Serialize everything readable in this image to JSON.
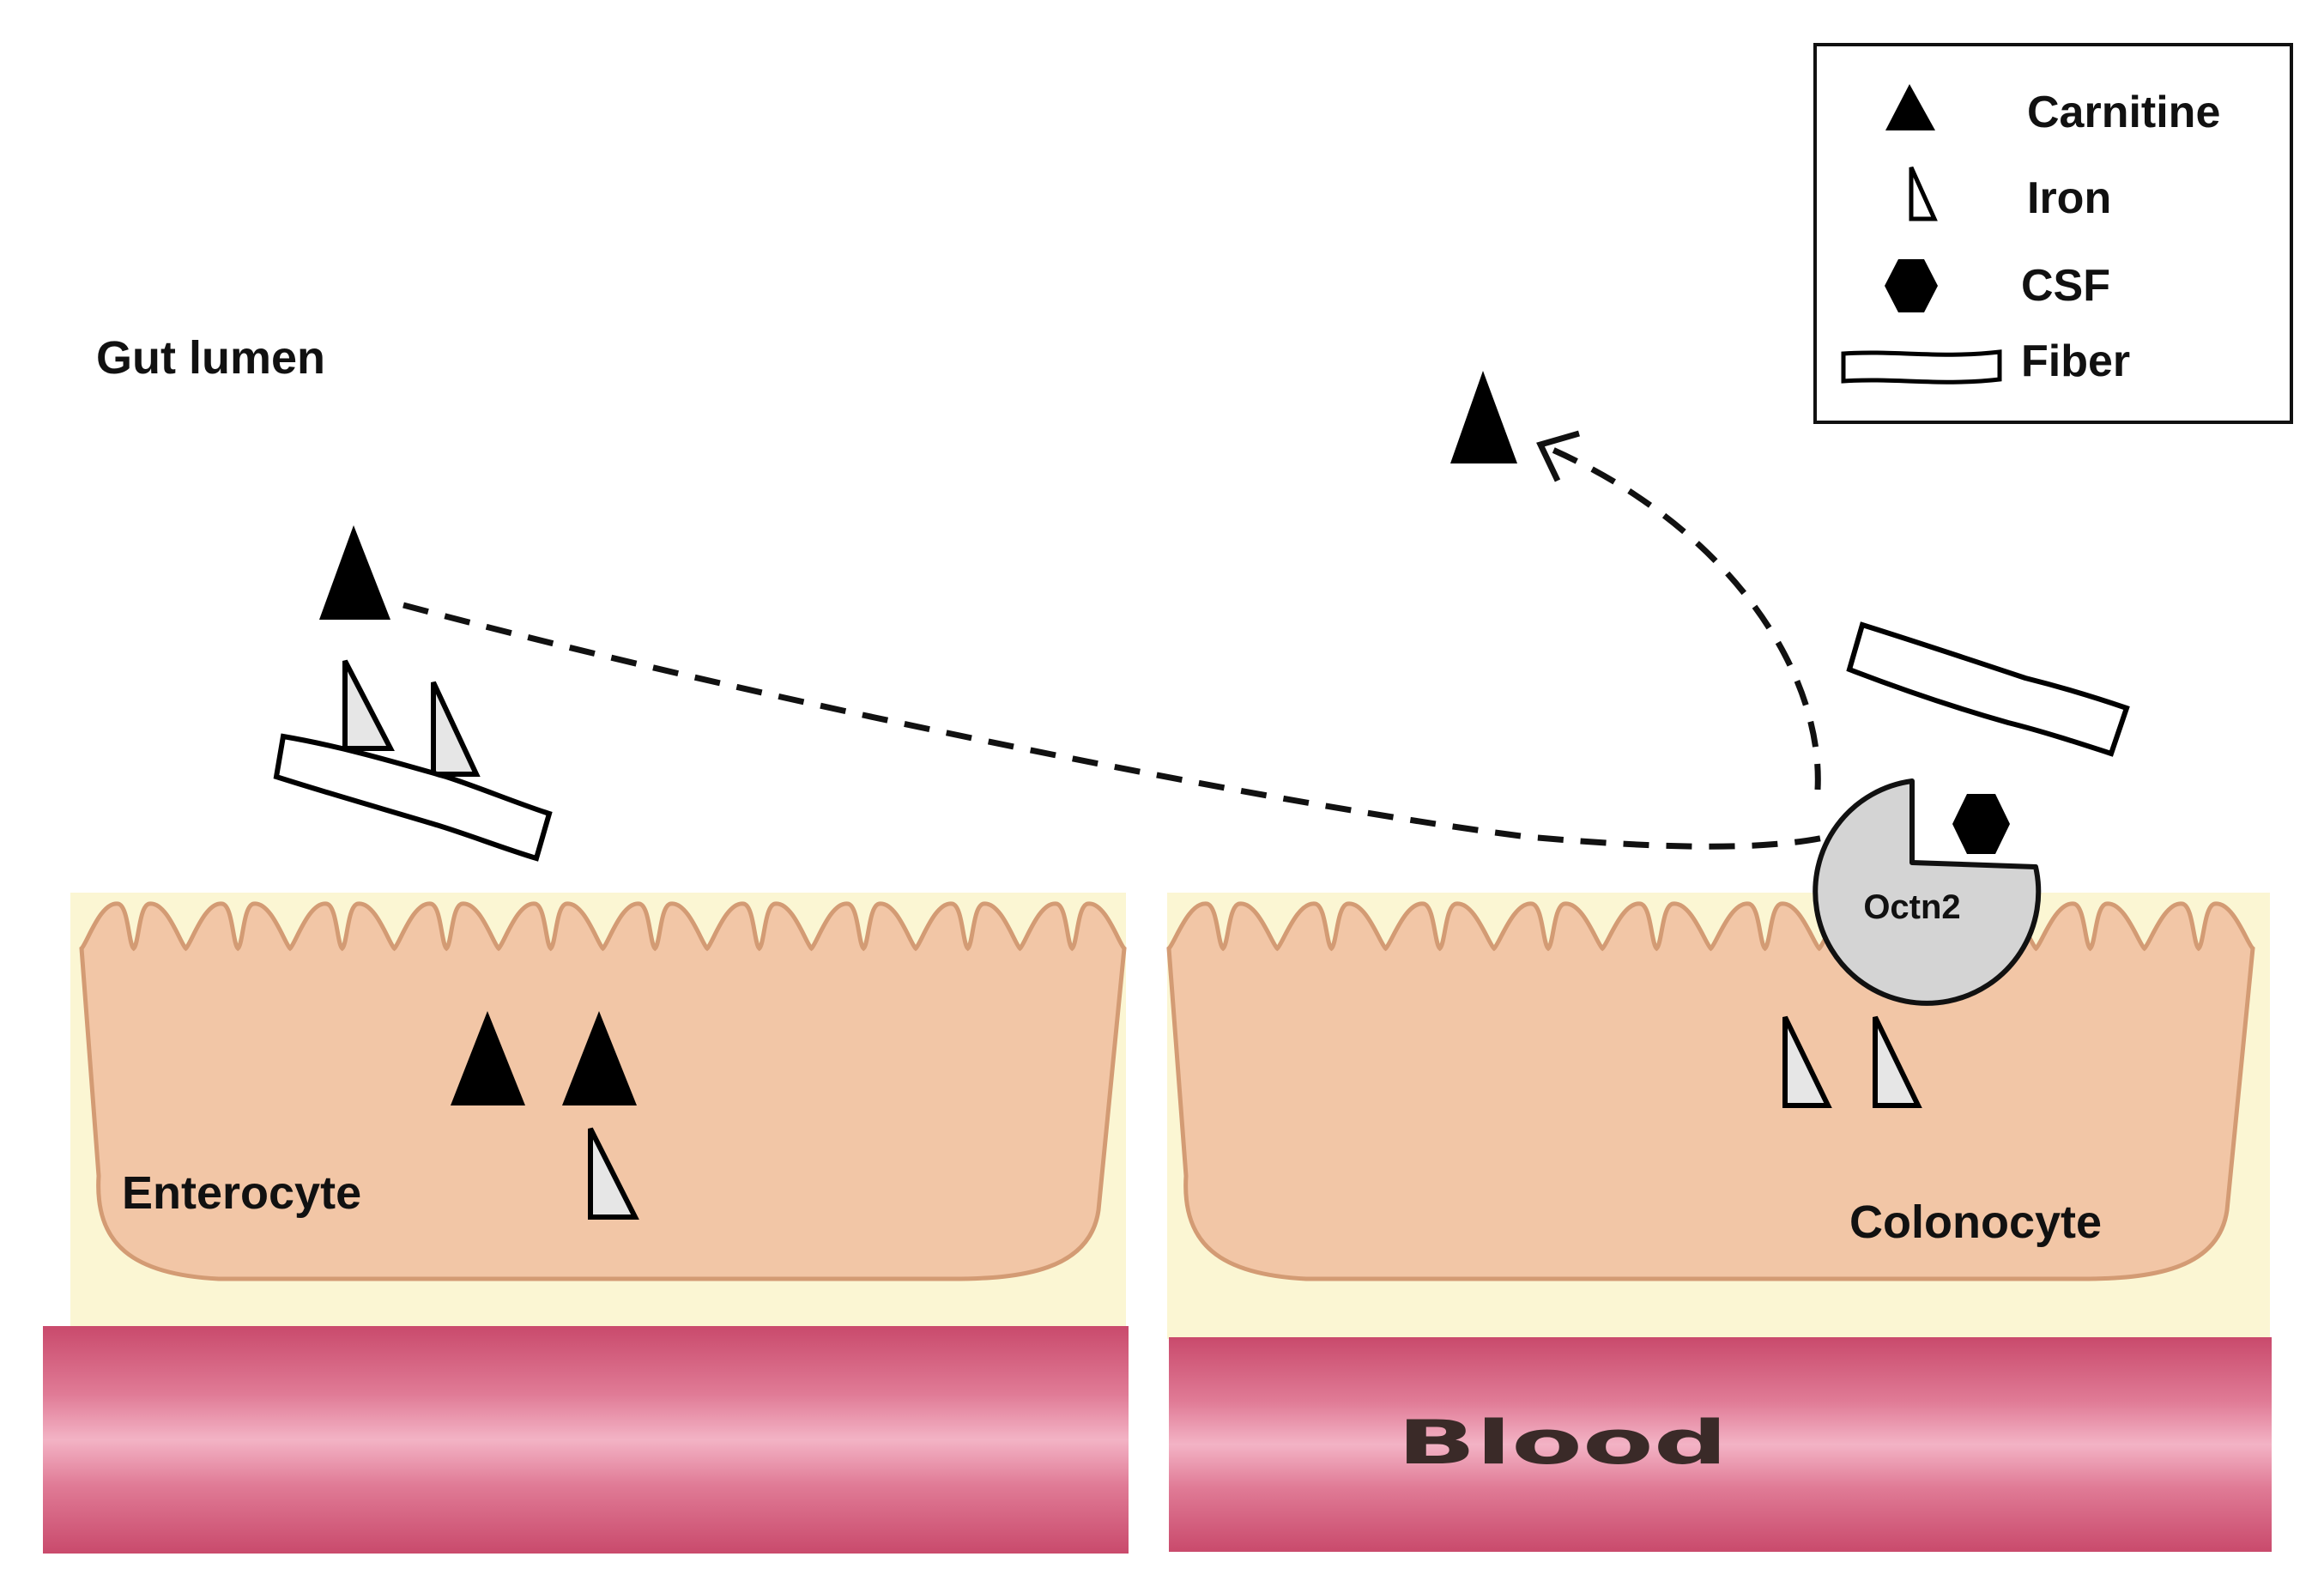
{
  "labels": {
    "gut_lumen": "Gut lumen",
    "enterocyte": "Enterocyte",
    "colonocyte": "Colonocyte",
    "blood": "Blood",
    "transporter": "Octn2"
  },
  "legend": {
    "items": [
      {
        "icon": "carnitine-triangle-icon",
        "label": "Carnitine"
      },
      {
        "icon": "iron-wedge-icon",
        "label": "Iron"
      },
      {
        "icon": "csf-hexagon-icon",
        "label": "CSF"
      },
      {
        "icon": "fiber-strip-icon",
        "label": "Fiber"
      }
    ]
  },
  "colors": {
    "cell_fill": "#f2c6a6",
    "cell_edge": "#d39b74",
    "background_band": "#fbf6d3",
    "blood_vessel": "#d9577a",
    "blood_highlight": "#f2a6bd",
    "transporter_fill": "#d4d4d4",
    "iron_fill": "#e6e6e6"
  }
}
